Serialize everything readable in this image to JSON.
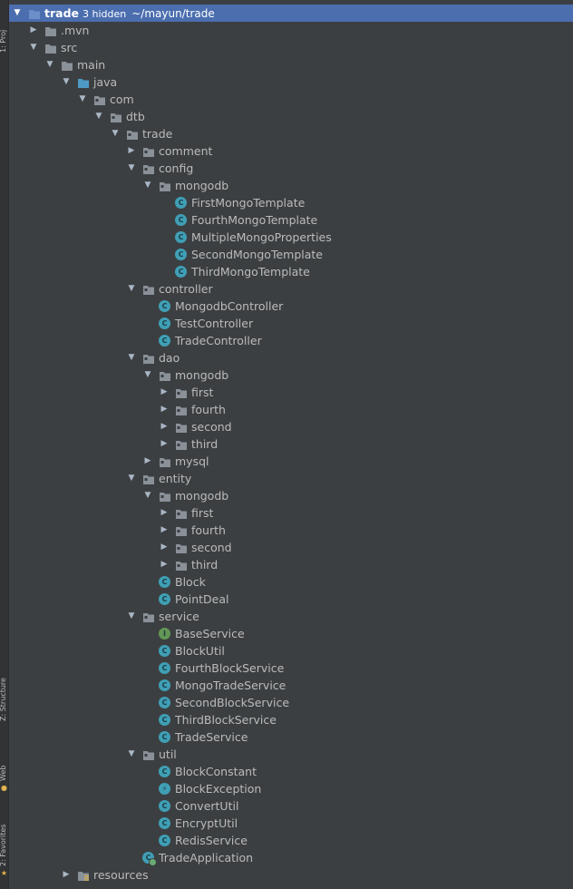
{
  "side": {
    "top_label": "1: Proj",
    "structure_label": "Z: Structure",
    "web_label": "Web",
    "favorites_label": "2: Favorites"
  },
  "colors": {
    "folder": "#8a9199",
    "source_folder": "#4e9ac7",
    "class": "#3f9fb5",
    "interface": "#629755",
    "selection": "#4b6eaf"
  },
  "tree": [
    {
      "label": "trade",
      "depth": 0,
      "arrow": "down",
      "icon": "module-folder",
      "hint": "3 hidden",
      "path": "~/mayun/trade",
      "selected": true
    },
    {
      "label": ".mvn",
      "depth": 1,
      "arrow": "right",
      "icon": "folder"
    },
    {
      "label": "src",
      "depth": 1,
      "arrow": "down",
      "icon": "folder"
    },
    {
      "label": "main",
      "depth": 2,
      "arrow": "down",
      "icon": "folder"
    },
    {
      "label": "java",
      "depth": 3,
      "arrow": "down",
      "icon": "source-folder"
    },
    {
      "label": "com",
      "depth": 4,
      "arrow": "down",
      "icon": "package"
    },
    {
      "label": "dtb",
      "depth": 5,
      "arrow": "down",
      "icon": "package"
    },
    {
      "label": "trade",
      "depth": 6,
      "arrow": "down",
      "icon": "package"
    },
    {
      "label": "comment",
      "depth": 7,
      "arrow": "right",
      "icon": "package"
    },
    {
      "label": "config",
      "depth": 7,
      "arrow": "down",
      "icon": "package"
    },
    {
      "label": "mongodb",
      "depth": 8,
      "arrow": "down",
      "icon": "package"
    },
    {
      "label": "FirstMongoTemplate",
      "depth": 9,
      "icon": "class"
    },
    {
      "label": "FourthMongoTemplate",
      "depth": 9,
      "icon": "class"
    },
    {
      "label": "MultipleMongoProperties",
      "depth": 9,
      "icon": "class"
    },
    {
      "label": "SecondMongoTemplate",
      "depth": 9,
      "icon": "class"
    },
    {
      "label": "ThirdMongoTemplate",
      "depth": 9,
      "icon": "class"
    },
    {
      "label": "controller",
      "depth": 7,
      "arrow": "down",
      "icon": "package"
    },
    {
      "label": "MongodbController",
      "depth": 8,
      "icon": "class"
    },
    {
      "label": "TestController",
      "depth": 8,
      "icon": "class"
    },
    {
      "label": "TradeController",
      "depth": 8,
      "icon": "class"
    },
    {
      "label": "dao",
      "depth": 7,
      "arrow": "down",
      "icon": "package"
    },
    {
      "label": "mongodb",
      "depth": 8,
      "arrow": "down",
      "icon": "package"
    },
    {
      "label": "first",
      "depth": 9,
      "arrow": "right",
      "icon": "package"
    },
    {
      "label": "fourth",
      "depth": 9,
      "arrow": "right",
      "icon": "package"
    },
    {
      "label": "second",
      "depth": 9,
      "arrow": "right",
      "icon": "package"
    },
    {
      "label": "third",
      "depth": 9,
      "arrow": "right",
      "icon": "package"
    },
    {
      "label": "mysql",
      "depth": 8,
      "arrow": "right",
      "icon": "package"
    },
    {
      "label": "entity",
      "depth": 7,
      "arrow": "down",
      "icon": "package"
    },
    {
      "label": "mongodb",
      "depth": 8,
      "arrow": "down",
      "icon": "package"
    },
    {
      "label": "first",
      "depth": 9,
      "arrow": "right",
      "icon": "package"
    },
    {
      "label": "fourth",
      "depth": 9,
      "arrow": "right",
      "icon": "package"
    },
    {
      "label": "second",
      "depth": 9,
      "arrow": "right",
      "icon": "package"
    },
    {
      "label": "third",
      "depth": 9,
      "arrow": "right",
      "icon": "package"
    },
    {
      "label": "Block",
      "depth": 8,
      "icon": "class"
    },
    {
      "label": "PointDeal",
      "depth": 8,
      "icon": "class"
    },
    {
      "label": "service",
      "depth": 7,
      "arrow": "down",
      "icon": "package"
    },
    {
      "label": "BaseService",
      "depth": 8,
      "icon": "interface"
    },
    {
      "label": "BlockUtil",
      "depth": 8,
      "icon": "class"
    },
    {
      "label": "FourthBlockService",
      "depth": 8,
      "icon": "class"
    },
    {
      "label": "MongoTradeService",
      "depth": 8,
      "icon": "class"
    },
    {
      "label": "SecondBlockService",
      "depth": 8,
      "icon": "class"
    },
    {
      "label": "ThirdBlockService",
      "depth": 8,
      "icon": "class"
    },
    {
      "label": "TradeService",
      "depth": 8,
      "icon": "class"
    },
    {
      "label": "util",
      "depth": 7,
      "arrow": "down",
      "icon": "package"
    },
    {
      "label": "BlockConstant",
      "depth": 8,
      "icon": "class"
    },
    {
      "label": "BlockException",
      "depth": 8,
      "icon": "exception-class"
    },
    {
      "label": "ConvertUtil",
      "depth": 8,
      "icon": "class"
    },
    {
      "label": "EncryptUtil",
      "depth": 8,
      "icon": "class"
    },
    {
      "label": "RedisService",
      "depth": 8,
      "icon": "class"
    },
    {
      "label": "TradeApplication",
      "depth": 7,
      "icon": "spring-boot-class"
    },
    {
      "label": "resources",
      "depth": 3,
      "arrow": "right",
      "icon": "resources-folder"
    }
  ]
}
